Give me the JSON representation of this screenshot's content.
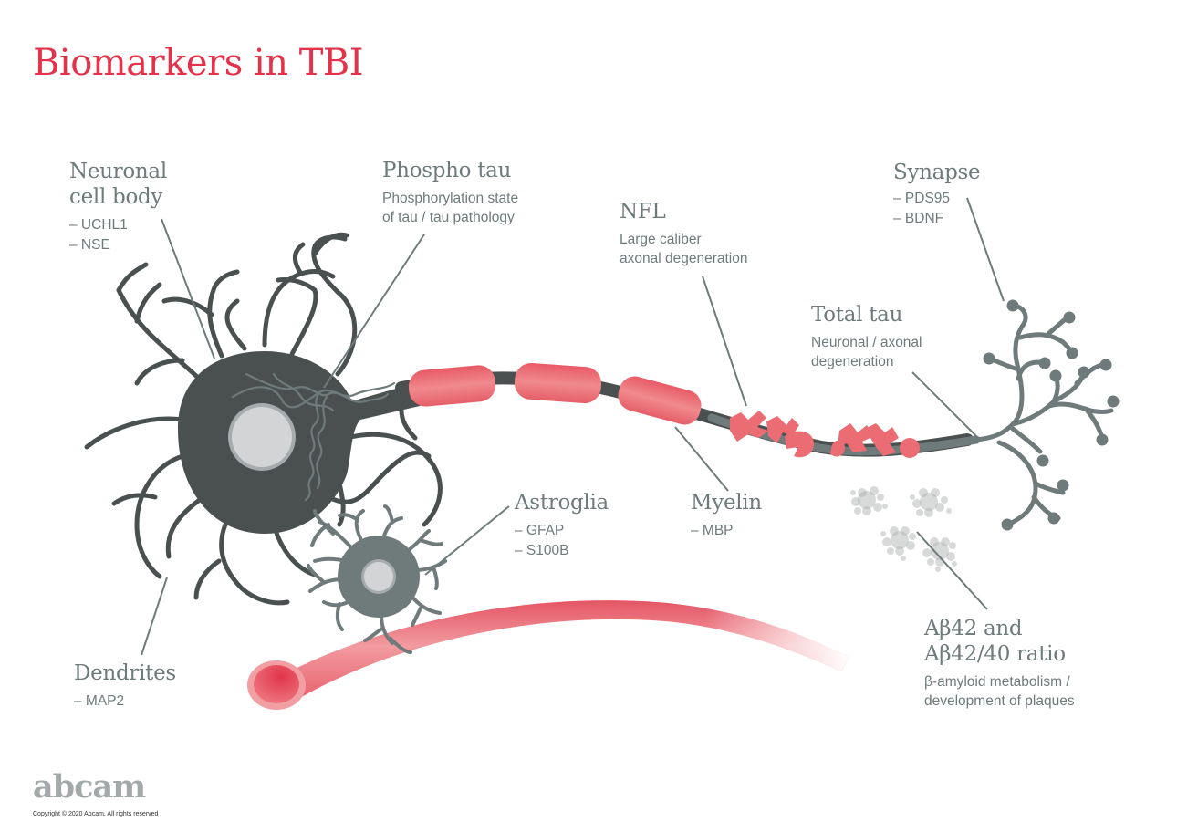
{
  "title": "Biomarkers in TBI",
  "colors": {
    "accent": "#e3324a",
    "label_text": "#6f7a7b",
    "neuron_body": "#4a5050",
    "glia": "#6f7a7b",
    "myelin": "#ea6670",
    "vessel": "#ec6a73",
    "nucleus": "#d2d4d6"
  },
  "labels": {
    "neuronal_cell_body": {
      "heading_line1": "Neuronal",
      "heading_line2": "cell body",
      "markers": [
        "– UCHL1",
        "– NSE"
      ]
    },
    "phospho_tau": {
      "heading": "Phospho tau",
      "desc_line1": "Phosphorylation state",
      "desc_line2": "of tau / tau pathology"
    },
    "nfl": {
      "heading": "NFL",
      "desc_line1": "Large caliber",
      "desc_line2": "axonal degeneration"
    },
    "synapse": {
      "heading": "Synapse",
      "markers": [
        "– PDS95",
        "– BDNF"
      ]
    },
    "total_tau": {
      "heading": "Total tau",
      "desc_line1": "Neuronal / axonal",
      "desc_line2": "degeneration"
    },
    "astroglia": {
      "heading": "Astroglia",
      "markers": [
        "– GFAP",
        "– S100B"
      ]
    },
    "myelin": {
      "heading": "Myelin",
      "markers": [
        "– MBP"
      ]
    },
    "abeta": {
      "heading_line1": "Aβ42 and",
      "heading_line2": "Aβ42/40 ratio",
      "desc_line1": "β-amyloid metabolism /",
      "desc_line2": "development of plaques"
    },
    "dendrites": {
      "heading": "Dendrites",
      "markers": [
        "– MAP2"
      ]
    }
  },
  "footer": {
    "logo": "abcam",
    "copyright": "Copyright © 2020 Abcam, All rights reserved"
  }
}
